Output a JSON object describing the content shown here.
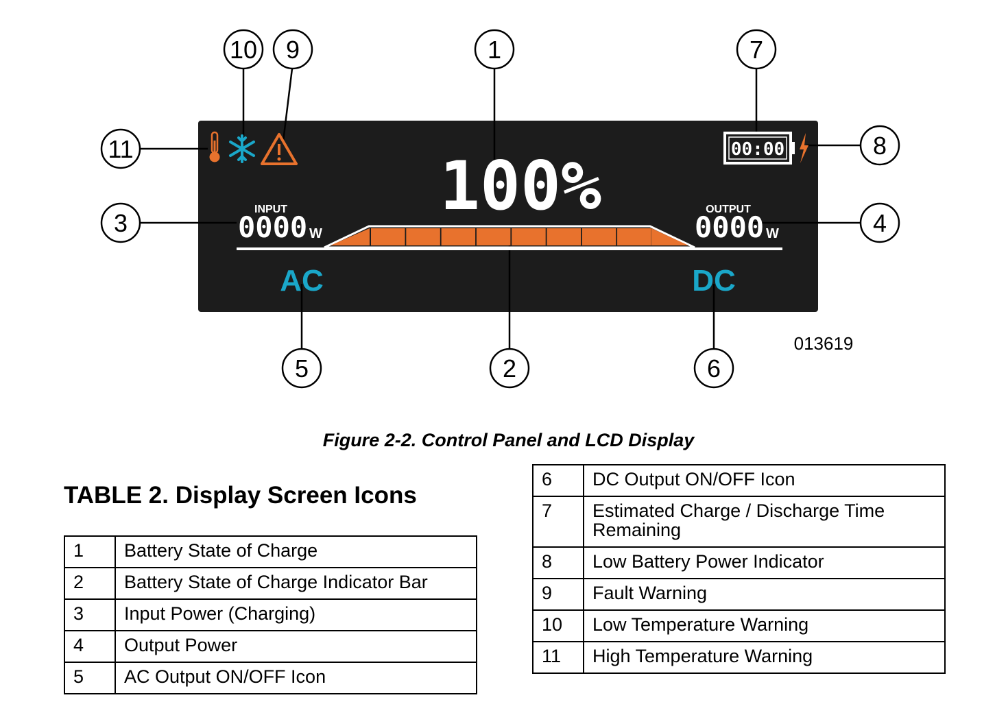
{
  "figure": {
    "lcd": {
      "percent_text": "100%",
      "input_label": "INPUT",
      "input_value": "0000",
      "input_unit": "W",
      "output_label": "OUTPUT",
      "output_value": "0000",
      "output_unit": "W",
      "timer_value": "00:00",
      "ac_label": "AC",
      "dc_label": "DC",
      "indicator_bar_color": "#e8722d",
      "icon_color": "#1aa7c9",
      "warning_color": "#e8722d"
    },
    "callouts": [
      "1",
      "2",
      "3",
      "4",
      "5",
      "6",
      "7",
      "8",
      "9",
      "10",
      "11"
    ],
    "figure_id": "013619",
    "caption": "Figure 2-2. Control Panel and LCD Display"
  },
  "table": {
    "title": "TABLE 2. Display Screen Icons",
    "rows_left": [
      {
        "num": "1",
        "desc": "Battery State of Charge"
      },
      {
        "num": "2",
        "desc": "Battery State of Charge Indicator Bar"
      },
      {
        "num": "3",
        "desc": "Input Power (Charging)"
      },
      {
        "num": "4",
        "desc": "Output Power"
      },
      {
        "num": "5",
        "desc": "AC Output ON/OFF Icon"
      }
    ],
    "rows_right": [
      {
        "num": "6",
        "desc": "DC Output ON/OFF Icon"
      },
      {
        "num": "7",
        "desc": "Estimated Charge / Discharge Time Remaining"
      },
      {
        "num": "8",
        "desc": "Low Battery Power Indicator"
      },
      {
        "num": "9",
        "desc": "Fault Warning"
      },
      {
        "num": "10",
        "desc": "Low Temperature Warning"
      },
      {
        "num": "11",
        "desc": "High Temperature Warning"
      }
    ]
  }
}
